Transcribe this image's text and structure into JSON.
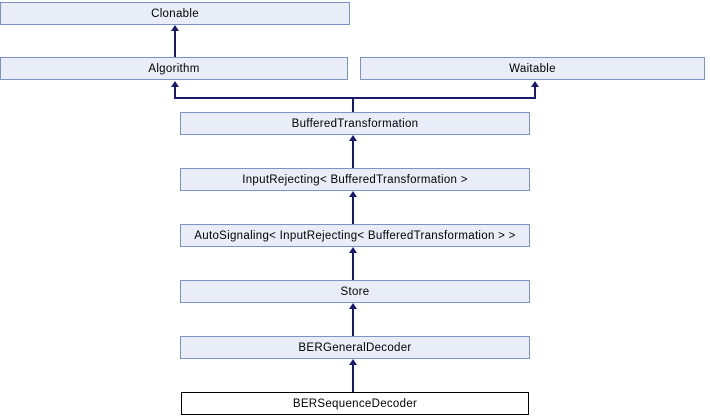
{
  "diagram": {
    "kind": "class-inheritance-graph",
    "current_class": "BERSequenceDecoder",
    "colors": {
      "node_fill": "#e8edf7",
      "node_border": "#7c92c2",
      "current_node_fill": "#ffffff",
      "current_node_border": "#000000",
      "arrow": "#191970",
      "text": "#000000",
      "background": "#ffffff"
    },
    "nodes": [
      {
        "id": "clonable",
        "label": "Clonable"
      },
      {
        "id": "algorithm",
        "label": "Algorithm"
      },
      {
        "id": "waitable",
        "label": "Waitable"
      },
      {
        "id": "buffered",
        "label": "BufferedTransformation"
      },
      {
        "id": "inputrej",
        "label": "InputRejecting< BufferedTransformation >"
      },
      {
        "id": "autosig",
        "label": "AutoSignaling< InputRejecting< BufferedTransformation > >"
      },
      {
        "id": "store",
        "label": "Store"
      },
      {
        "id": "bergeneral",
        "label": "BERGeneralDecoder"
      },
      {
        "id": "berseq",
        "label": "BERSequenceDecoder",
        "current": true
      }
    ],
    "edges": [
      {
        "from": "algorithm",
        "to": "clonable"
      },
      {
        "from": "buffered",
        "to": "algorithm"
      },
      {
        "from": "buffered",
        "to": "waitable"
      },
      {
        "from": "inputrej",
        "to": "buffered"
      },
      {
        "from": "autosig",
        "to": "inputrej"
      },
      {
        "from": "store",
        "to": "autosig"
      },
      {
        "from": "bergeneral",
        "to": "store"
      },
      {
        "from": "berseq",
        "to": "bergeneral"
      }
    ]
  }
}
